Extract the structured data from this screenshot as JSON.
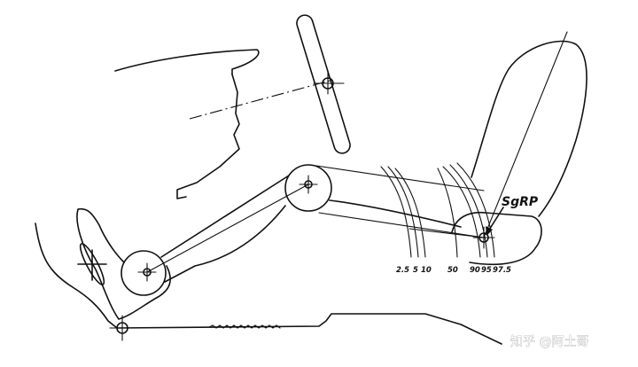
{
  "diagram": {
    "reference_label": "SgRP",
    "percentile_labels": [
      "2.5",
      "5",
      "10",
      "50",
      "90",
      "95",
      "97.5"
    ]
  },
  "watermark": {
    "text": "知乎 @阿土哥"
  },
  "colors": {
    "ink": "#111111",
    "background": "#ffffff"
  }
}
